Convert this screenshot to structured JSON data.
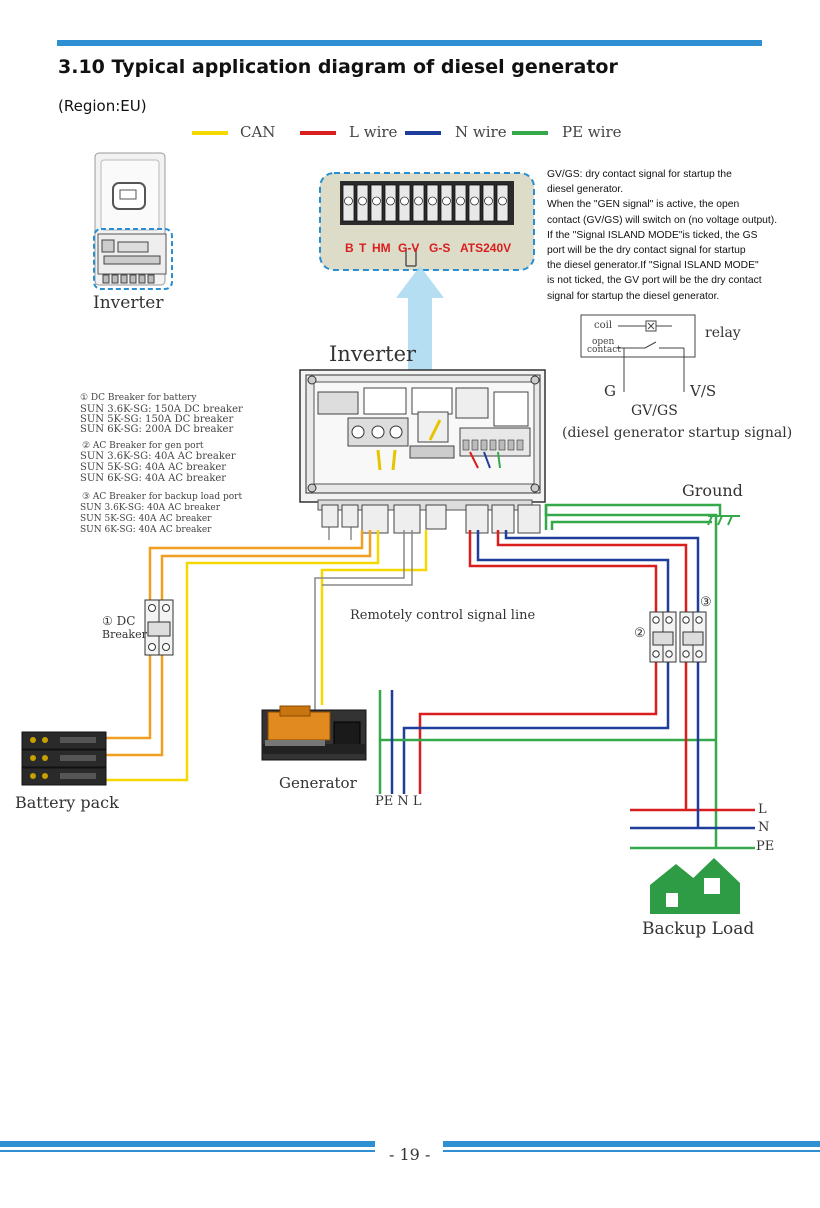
{
  "header": {
    "title": "3.10 Typical  application diagram of diesel generator",
    "region": "(Region:EU)"
  },
  "legend": [
    {
      "label": "CAN",
      "color": "#f5d800"
    },
    {
      "label": "L wire",
      "color": "#d91e1e"
    },
    {
      "label": "N wire",
      "color": "#1f3e9c"
    },
    {
      "label": "PE wire",
      "color": "#34a84a"
    }
  ],
  "terminal": {
    "labels": [
      "B",
      "T",
      "HM",
      "G-V",
      "G-S",
      "ATS240V"
    ]
  },
  "note": {
    "lines": [
      "GV/GS: dry contact signal for startup the",
      "diesel generator.",
      "When the \"GEN signal\" is active, the open",
      "contact (GV/GS) will switch on (no voltage output).",
      "If the \"Signal ISLAND MODE\"is ticked, the GS",
      "port will be the dry contact signal for startup",
      "the diesel generator.If \"Signal ISLAND MODE\"",
      "is not ticked, the GV port will be the dry contact",
      "signal for startup the diesel generator."
    ]
  },
  "relay": {
    "coil": "coil",
    "open_contact_1": "open",
    "open_contact_2": "contact",
    "relay_label": "relay",
    "g": "G",
    "vs": "V/S",
    "gvgs": "GV/GS",
    "signal": "(diesel generator startup signal)"
  },
  "labels": {
    "inverter_small": "Inverter",
    "inverter_main": "Inverter",
    "ground": "Ground",
    "remote": "Remotely control signal line",
    "dc_breaker_1": "① DC",
    "dc_breaker_2": "Breaker",
    "battery": "Battery pack",
    "generator": "Generator",
    "pe_n_l": "PE N  L",
    "backup": "Backup Load",
    "out_l": "L",
    "out_n": "N",
    "out_pe": "PE",
    "circ2": "②",
    "circ3": "③"
  },
  "breakers": {
    "battery_title": "① DC Breaker for battery",
    "battery": [
      "SUN 3.6K-SG: 150A DC breaker",
      "SUN 5K-SG: 150A DC breaker",
      "SUN 6K-SG: 200A DC breaker"
    ],
    "gen_title": "② AC Breaker for gen port",
    "gen": [
      "SUN 3.6K-SG: 40A AC breaker",
      "SUN 5K-SG: 40A AC breaker",
      "SUN 6K-SG: 40A AC breaker"
    ],
    "load_title": "③ AC Breaker for backup load port",
    "load": [
      "SUN 3.6K-SG: 40A AC breaker",
      "SUN 5K-SG: 40A AC breaker",
      "SUN 6K-SG: 40A AC breaker"
    ]
  },
  "footer": {
    "page": "- 19 -"
  }
}
